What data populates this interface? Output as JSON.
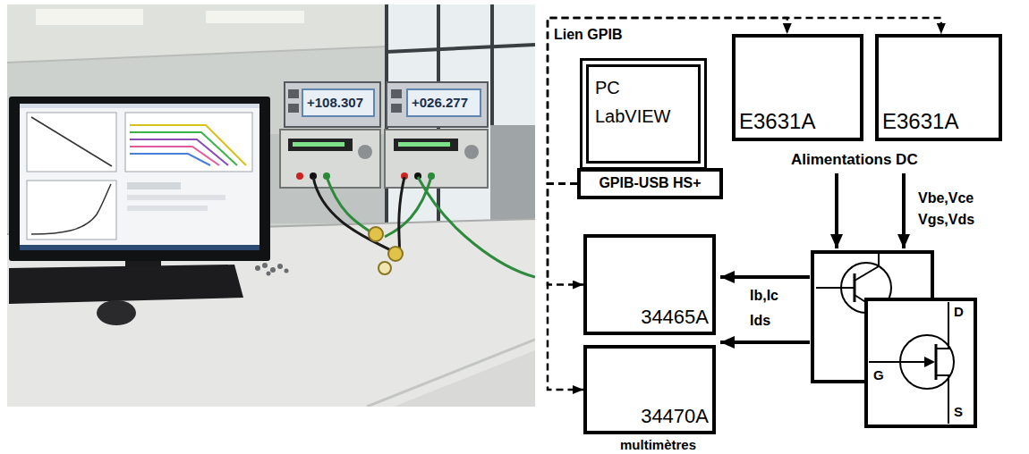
{
  "diagram": {
    "nodes": [
      {
        "text": [
          "PC LabVIEW"
        ]
      },
      {
        "text": [
          "GPIB-USB HS+"
        ]
      },
      {
        "text": [
          "E3631A"
        ]
      },
      {
        "text": [
          "E3631A"
        ]
      },
      {
        "text": [
          "34465A"
        ]
      },
      {
        "text": [
          "34470A"
        ]
      }
    ],
    "edges": [
      {
        "from": 1,
        "to": 2,
        "arrow": "to"
      },
      {
        "from": 1,
        "to": 3,
        "arrow": "to"
      },
      {
        "from": 1,
        "to": 4,
        "arrow": "to"
      },
      {
        "from": 1,
        "to": 5,
        "arrow": "to"
      }
    ],
    "labels": [
      "+108.307",
      "+026.277",
      "Lien GPIB",
      "Alimentations DC",
      "Vbe,Vce",
      "Vgs,Vds",
      "Ib,Ic",
      "Ids",
      "D",
      "G",
      "S",
      "multimètres"
    ]
  }
}
